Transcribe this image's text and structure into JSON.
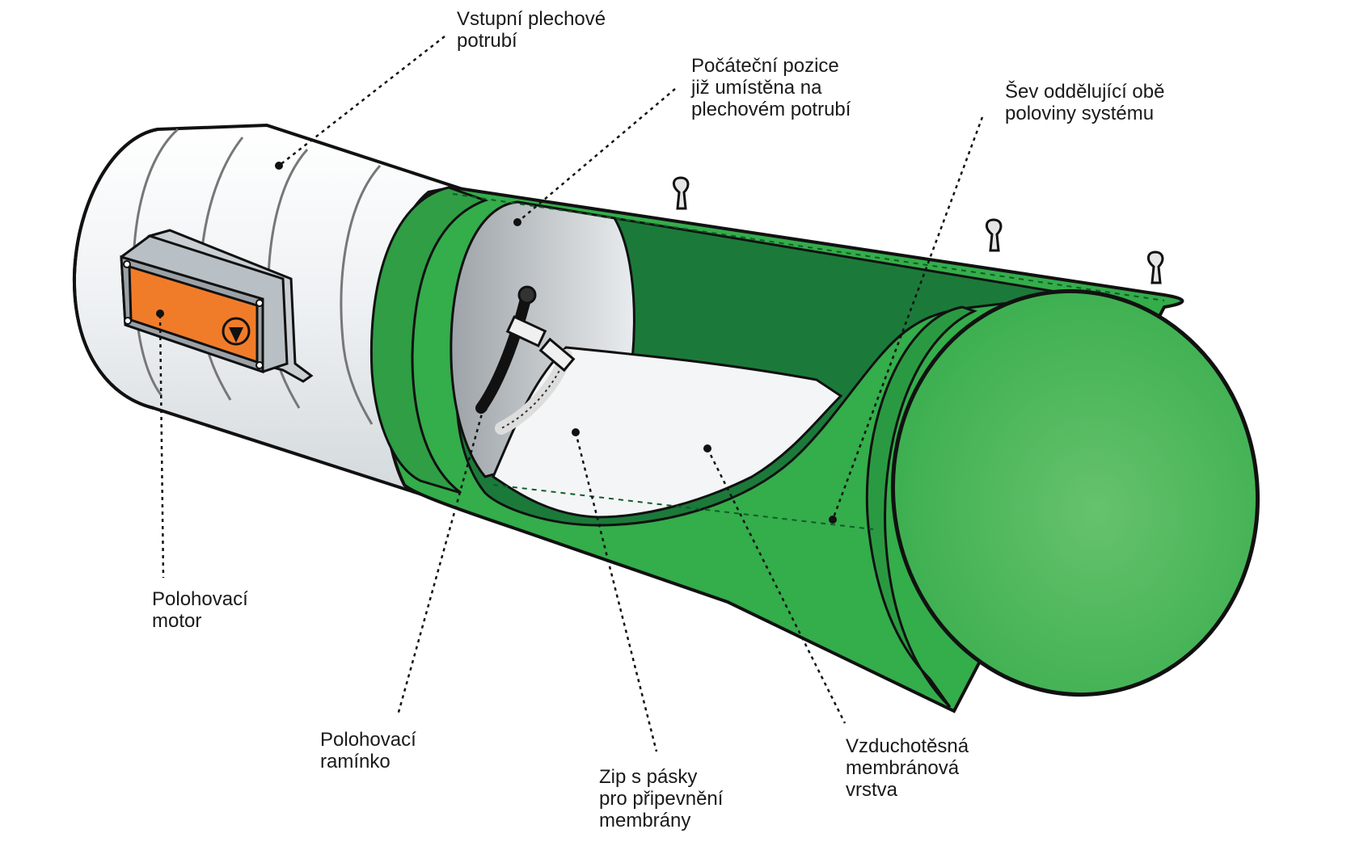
{
  "labels": {
    "inlet_duct": {
      "line1": "Vstupní plechové",
      "line2": "potrubí"
    },
    "start_position": {
      "line1": "Počáteční pozice",
      "line2": "již umístěna na",
      "line3": "plechovém potrubí"
    },
    "seam": {
      "line1": "Šev oddělující obě",
      "line2": "poloviny systému"
    },
    "motor": {
      "line1": "Polohovací",
      "line2": "motor"
    },
    "arm": {
      "line1": "Polohovací",
      "line2": "ramínko"
    },
    "zip": {
      "line1": "Zip s pásky",
      "line2": "pro připevnění",
      "line3": "membrány"
    },
    "membrane": {
      "line1": "Vzduchotěsná",
      "line2": "membránová",
      "line3": "vrstva"
    }
  },
  "colors": {
    "fabric_green": "#34ad4b",
    "fabric_green_dark": "#1b7a3a",
    "fabric_green_light": "#5fc06a",
    "duct_metal": "#eceff1",
    "membrane_white": "#f4f5f6",
    "motor_orange": "#f07c2a",
    "outline": "#111111"
  },
  "icons": [
    "rotation-arrow-icon",
    "hanger-clip-icon"
  ]
}
